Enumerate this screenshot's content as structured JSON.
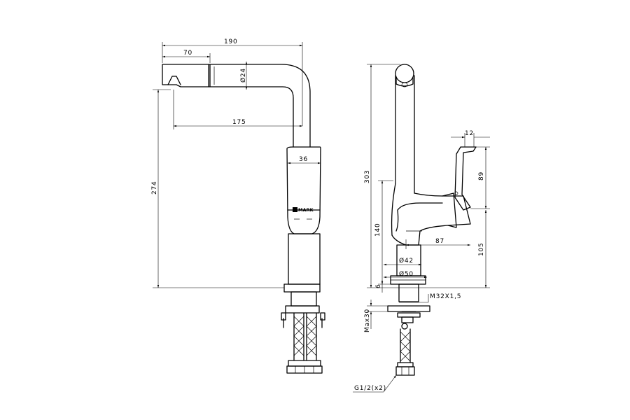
{
  "front_view": {
    "dims": {
      "d190": "190",
      "d70": "70",
      "d24": "Ø24",
      "d175": "175",
      "d36": "36",
      "d274": "274"
    },
    "brand": "MARK"
  },
  "side_view": {
    "dims": {
      "d303": "303",
      "d12": "12",
      "d89": "89",
      "d140": "140",
      "d87": "87",
      "d105": "105",
      "d42": "Ø42",
      "d50": "Ø50",
      "d6": "6",
      "thread": "M32X1,5",
      "max30": "Max30",
      "hose": "G1/2(x2)"
    }
  }
}
